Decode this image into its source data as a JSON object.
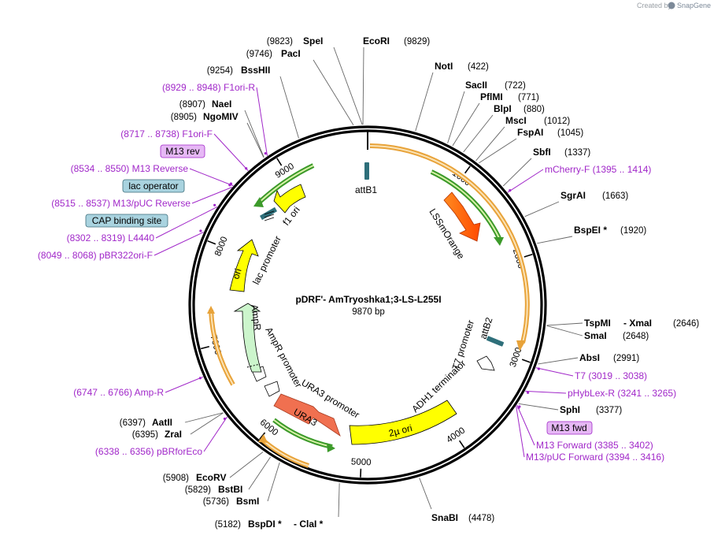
{
  "credit": {
    "prefix": "Created by",
    "brand": "SnapGene",
    "color": "#7d8a99"
  },
  "plasmid": {
    "name": "pDRF'- AmTryoshka1;3-LS-L255I",
    "size": "9870 bp",
    "length": 9870
  },
  "ticks": [
    "1000",
    "2000",
    "3000",
    "4000",
    "5000",
    "6000",
    "7000",
    "8000",
    "9000"
  ],
  "enzymes": [
    {
      "id": "EcoRI",
      "name": "EcoRI",
      "pos": "(9829)",
      "bp": 9829
    },
    {
      "id": "SpeI",
      "name": "SpeI",
      "pos": "(9823)",
      "bp": 9823
    },
    {
      "id": "PacI",
      "name": "PacI",
      "pos": "(9746)",
      "bp": 9746
    },
    {
      "id": "BssHII",
      "name": "BssHII",
      "pos": "(9254)",
      "bp": 9254
    },
    {
      "id": "NaeI",
      "name": "NaeI",
      "pos": "(8907)",
      "bp": 8907
    },
    {
      "id": "NgoMIV",
      "name": "NgoMIV",
      "pos": "(8905)",
      "bp": 8905
    },
    {
      "id": "NotI",
      "name": "NotI",
      "pos": "(422)",
      "bp": 422
    },
    {
      "id": "SacII",
      "name": "SacII",
      "pos": "(722)",
      "bp": 722
    },
    {
      "id": "PflMI",
      "name": "PflMI",
      "pos": "(771)",
      "bp": 771
    },
    {
      "id": "BlpI",
      "name": "BlpI",
      "pos": "(880)",
      "bp": 880
    },
    {
      "id": "MscI",
      "name": "MscI",
      "pos": "(1012)",
      "bp": 1012
    },
    {
      "id": "FspAI",
      "name": "FspAI",
      "pos": "(1045)",
      "bp": 1045
    },
    {
      "id": "SbfI",
      "name": "SbfI",
      "pos": "(1337)",
      "bp": 1337
    },
    {
      "id": "SgrAI",
      "name": "SgrAI",
      "pos": "(1663)",
      "bp": 1663
    },
    {
      "id": "BspEI",
      "name": "BspEI *",
      "pos": "(1920)",
      "bp": 1920
    },
    {
      "id": "TspMI",
      "name": "TspMI",
      "pos": "(2646)",
      "bp": 2646
    },
    {
      "id": "XmaI",
      "name": "- XmaI",
      "pos": "",
      "bp": 2646
    },
    {
      "id": "SmaI",
      "name": "SmaI",
      "pos": "(2648)",
      "bp": 2648
    },
    {
      "id": "AbsI",
      "name": "AbsI",
      "pos": "(2991)",
      "bp": 2991
    },
    {
      "id": "SphI",
      "name": "SphI",
      "pos": "(3377)",
      "bp": 3377
    },
    {
      "id": "SnaBI",
      "name": "SnaBI",
      "pos": "(4478)",
      "bp": 4478
    },
    {
      "id": "BspDI",
      "name": "BspDI *",
      "pos": "(5182)",
      "bp": 5182
    },
    {
      "id": "ClaI",
      "name": "- ClaI *",
      "pos": "",
      "bp": 5182
    },
    {
      "id": "BsmI",
      "name": "BsmI",
      "pos": "(5736)",
      "bp": 5736
    },
    {
      "id": "BstBI",
      "name": "BstBI",
      "pos": "(5829)",
      "bp": 5829
    },
    {
      "id": "EcoRV",
      "name": "EcoRV",
      "pos": "(5908)",
      "bp": 5908
    },
    {
      "id": "ZraI",
      "name": "ZraI",
      "pos": "(6395)",
      "bp": 6395
    },
    {
      "id": "AatII",
      "name": "AatII",
      "pos": "(6397)",
      "bp": 6397
    }
  ],
  "primers": [
    {
      "id": "F1ori-R",
      "text": "(8929 .. 8948)  F1ori-R",
      "bp": 8938
    },
    {
      "id": "F1ori-F",
      "text": "(8717 .. 8738)  F1ori-F",
      "bp": 8727
    },
    {
      "id": "M13-Reverse",
      "text": "(8534 .. 8550)  M13 Reverse",
      "bp": 8542
    },
    {
      "id": "M13-pUC-Reverse",
      "text": "(8515 .. 8537)  M13/pUC Reverse",
      "bp": 8526
    },
    {
      "id": "L4440",
      "text": "(8302 .. 8319)  L4440",
      "bp": 8310
    },
    {
      "id": "pBR322ori-F",
      "text": "(8049 .. 8068)  pBR322ori-F",
      "bp": 8058
    },
    {
      "id": "mCherry-F",
      "text": "mCherry-F   (1395 .. 1414)",
      "bp": 1404
    },
    {
      "id": "T7",
      "text": "T7   (3019 .. 3038)",
      "bp": 3028
    },
    {
      "id": "pHybLex-R",
      "text": "pHybLex-R   (3241 .. 3265)",
      "bp": 3253
    },
    {
      "id": "M13-Forward",
      "text": "M13 Forward   (3385 .. 3402)",
      "bp": 3393
    },
    {
      "id": "M13-pUC-Forward",
      "text": "M13/pUC Forward   (3394 .. 3416)",
      "bp": 3405
    },
    {
      "id": "Amp-R",
      "text": "(6747 .. 6766)  Amp-R",
      "bp": 6756
    },
    {
      "id": "pBRforEco",
      "text": "(6338 .. 6356)  pBRforEco",
      "bp": 6347
    }
  ],
  "boxes": [
    {
      "id": "m13-rev",
      "text": "M13 rev",
      "fill": "#e6b8f5",
      "stroke": "#a128c9"
    },
    {
      "id": "lac-operator",
      "text": "lac operator",
      "fill": "#a9d3df",
      "stroke": "#3d6e7b"
    },
    {
      "id": "cap-binding-site",
      "text": "CAP binding site",
      "fill": "#a9d3df",
      "stroke": "#3d6e7b"
    },
    {
      "id": "m13-fwd",
      "text": "M13 fwd",
      "fill": "#e6b8f5",
      "stroke": "#a128c9"
    }
  ],
  "features": [
    {
      "id": "attb1",
      "label": "attB1"
    },
    {
      "id": "lssmorange",
      "label": "LSSmOrange"
    },
    {
      "id": "attb2",
      "label": "attB2"
    },
    {
      "id": "t7-promoter",
      "label": "T7 promoter"
    },
    {
      "id": "adh1-terminator",
      "label": "ADH1 terminator"
    },
    {
      "id": "2mu-ori",
      "label": "2µ ori"
    },
    {
      "id": "ura3",
      "label": "URA3"
    },
    {
      "id": "ura3-promoter",
      "label": "URA3 promoter"
    },
    {
      "id": "ampr-promoter",
      "label": "AmpR promoter"
    },
    {
      "id": "ampr",
      "label": "AmpR"
    },
    {
      "id": "ori",
      "label": "ori"
    },
    {
      "id": "lac-promoter",
      "label": "lac promoter"
    },
    {
      "id": "f1-ori",
      "label": "f1 ori"
    }
  ],
  "colors": {
    "backbone": "#000000",
    "orf_orange": "#e8a33a",
    "orf_orange_fill": "#fbe3b5",
    "orf_green": "#3c9a2a",
    "orf_green_fill": "#d8f2a8",
    "lssmorange": "#ff5a00",
    "ura3": "#f07050",
    "ori_yellow": "#ffff00",
    "ampr_fill": "#ccf5cc",
    "att_site": "#2e6f7a",
    "primer": "#a128c9"
  }
}
